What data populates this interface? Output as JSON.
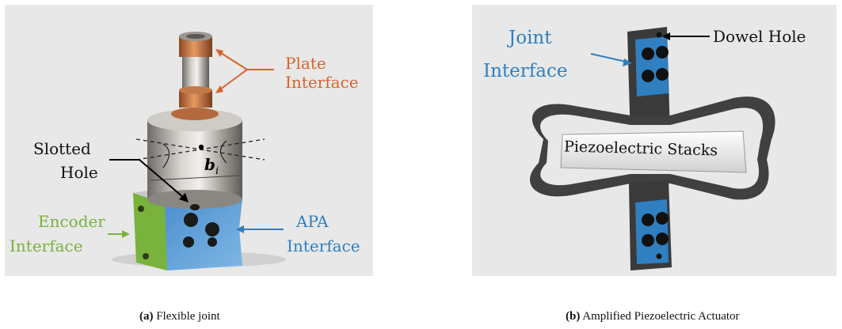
{
  "figure": {
    "panel_a": {
      "labels": {
        "plate_interface": [
          "Plate",
          "Interface"
        ],
        "slotted_hole": [
          "Slotted",
          "Hole"
        ],
        "encoder_interface": [
          "Encoder",
          "Interface"
        ],
        "apa_interface": [
          "APA",
          "Interface"
        ],
        "center_point": "b",
        "center_point_sub": "i"
      },
      "caption": {
        "tag": "(a)",
        "text": "Flexible joint"
      }
    },
    "panel_b": {
      "labels": {
        "joint_interface": [
          "Joint",
          "Interface"
        ],
        "dowel_hole": "Dowel Hole",
        "piezo_stacks": "Piezoelectric Stacks"
      },
      "caption": {
        "tag": "(b)",
        "text": "Amplified Piezoelectric Actuator"
      }
    },
    "colors": {
      "plate": "#d9622b",
      "encoder": "#79b23c",
      "apa": "#2f7fc1",
      "joint": "#2f7fc1",
      "panel_bg": "#e7e8e7"
    }
  }
}
